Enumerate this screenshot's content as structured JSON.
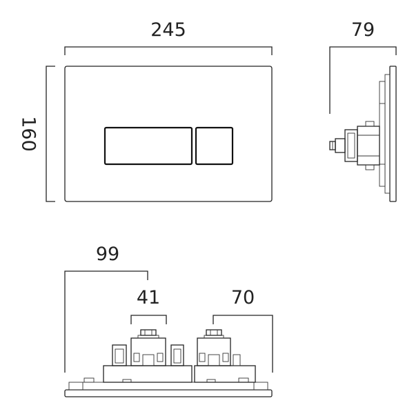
{
  "dimensions": {
    "front_width": "245",
    "front_height": "160",
    "side_depth": "79",
    "bottom_overall": "99",
    "bottom_left_module": "41",
    "bottom_right_offset": "70"
  },
  "colors": {
    "line": "#222222",
    "background": "#ffffff"
  }
}
